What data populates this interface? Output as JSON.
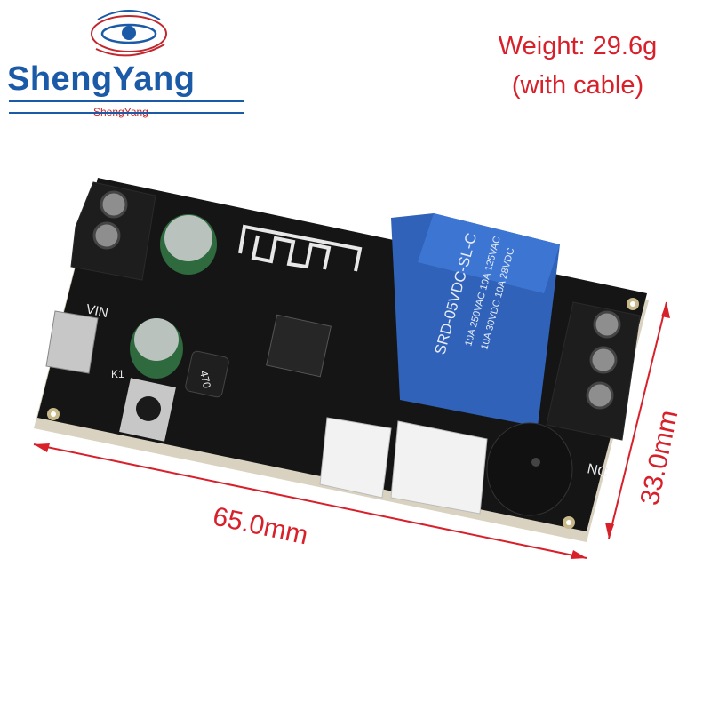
{
  "brand": {
    "name": "ShengYang",
    "subname": "ShengYang"
  },
  "spec": {
    "weight_line1": "Weight: 29.6g",
    "weight_line2": "(with cable)"
  },
  "dimensions": {
    "length": "65.0mm",
    "width": "33.0mm"
  },
  "board_labels": {
    "vin": "VIN",
    "nc": "NC",
    "k1": "K1",
    "inductor": "470",
    "relay_line1": "SRD-05VDC-SL-C",
    "relay_line2": "10A 250VAC  10A 125VAC",
    "relay_line3": "10A 30VDC  10A 28VDC"
  },
  "colors": {
    "accent_red": "#d8202b",
    "brand_blue": "#1b5aa6",
    "pcb": "#141414",
    "relay": "#2f62b8"
  }
}
